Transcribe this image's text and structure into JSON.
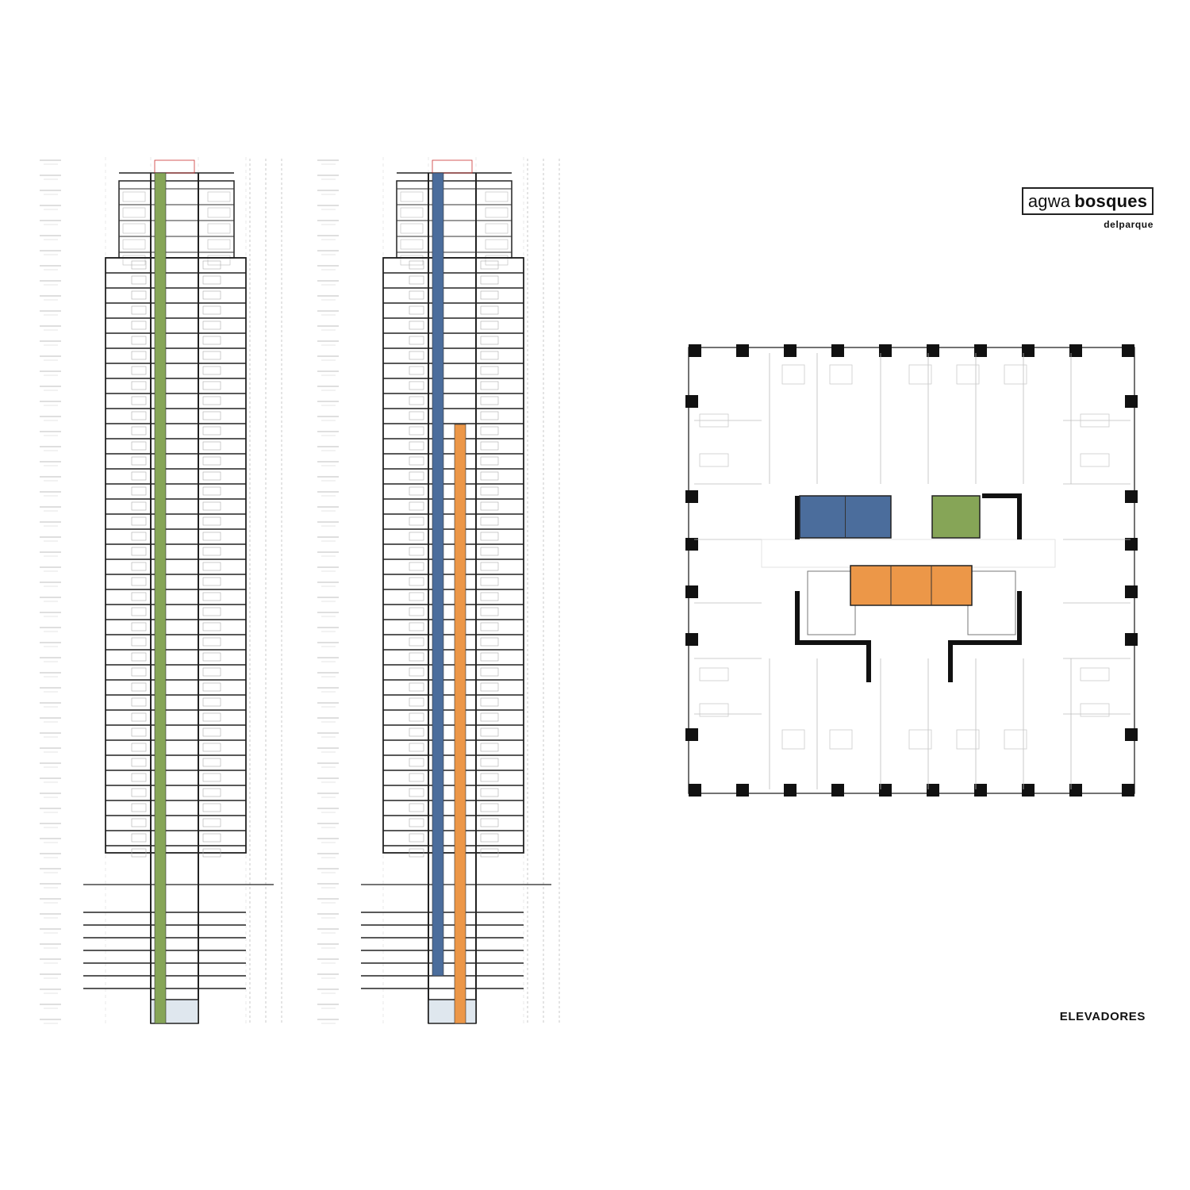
{
  "brand": {
    "name_light": "agwa",
    "name_bold": "bosques",
    "sub": "delparque"
  },
  "caption": "ELEVADORES",
  "elevator_colors": {
    "green": "#86a557",
    "blue": "#4b6d9c",
    "orange": "#ec9748"
  },
  "sections": [
    {
      "id": "section-a",
      "elevators": [
        "green"
      ]
    },
    {
      "id": "section-b",
      "elevators": [
        "blue",
        "orange"
      ]
    }
  ],
  "floor_plan": {
    "elevator_banks": [
      {
        "color": "blue",
        "cars": 2
      },
      {
        "color": "green",
        "cars": 1
      },
      {
        "color": "orange",
        "cars": 3
      }
    ]
  }
}
